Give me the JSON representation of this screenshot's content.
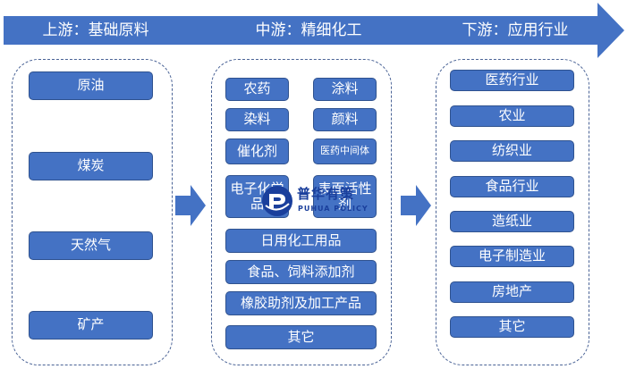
{
  "colors": {
    "banner": "#4472c4",
    "box_fill": "#4472c4",
    "box_border": "#2f528f",
    "dashed_border": "#4a6396",
    "logo": "#1a3f9c"
  },
  "header": {
    "upstream": "上游：基础原料",
    "midstream": "中游：精细化工",
    "downstream": "下游：应用行业"
  },
  "upstream": {
    "items": [
      "原油",
      "煤炭",
      "天然气",
      "矿产"
    ]
  },
  "midstream": {
    "items": [
      "农药",
      "涂料",
      "染料",
      "颜料",
      "催化剂",
      "医药中间体",
      "电子化学品",
      "表面活性剂",
      "日用化工用品",
      "食品、饲料添加剂",
      "橡胶助剂及加工产品",
      "其它"
    ]
  },
  "downstream": {
    "items": [
      "医药行业",
      "农业",
      "纺织业",
      "食品行业",
      "造纸业",
      "电子制造业",
      "房地产",
      "其它"
    ]
  },
  "watermark": {
    "name_cn": "普华有策",
    "name_en": "PUHUA POLICY"
  }
}
